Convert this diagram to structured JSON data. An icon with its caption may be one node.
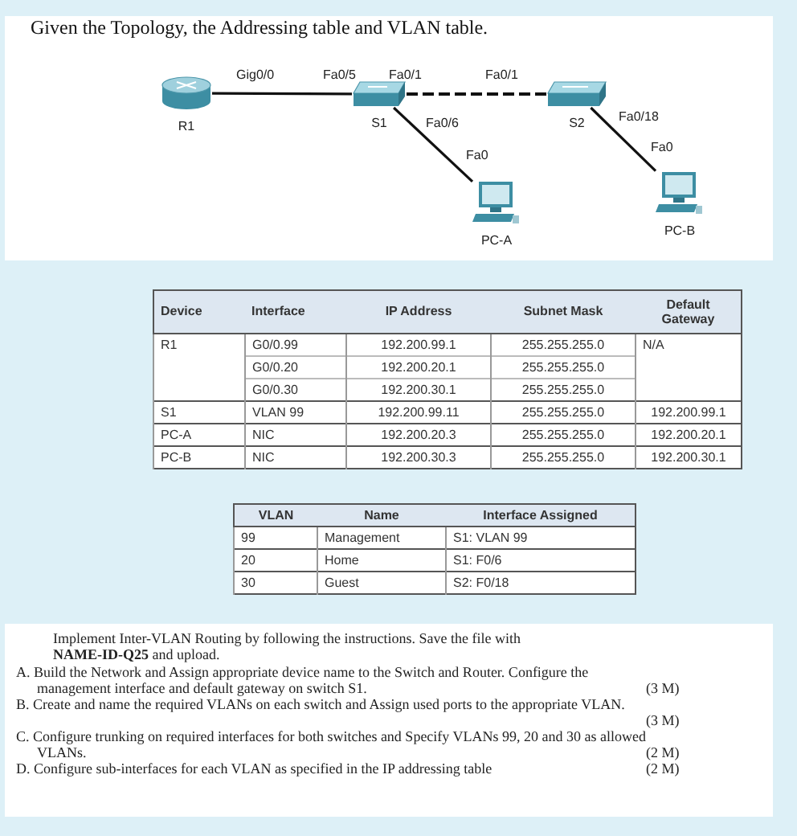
{
  "diagram": {
    "title": "Given the Topology, the Addressing table and VLAN table.",
    "nodes": [
      {
        "text": [
          "R1"
        ]
      },
      {
        "text": [
          "S1"
        ]
      },
      {
        "text": [
          "S2"
        ]
      },
      {
        "text": [
          "PC-A"
        ]
      },
      {
        "text": [
          "PC-B"
        ]
      }
    ],
    "edges": [
      {
        "from": 0,
        "to": 1,
        "arrow": "none"
      },
      {
        "from": 1,
        "to": 2,
        "arrow": "none",
        "style": "dashed"
      },
      {
        "from": 1,
        "to": 3,
        "arrow": "none"
      },
      {
        "from": 2,
        "to": 4,
        "arrow": "none"
      }
    ],
    "labels": [
      "Gig0/0",
      "Fa0/5",
      "Fa0/1",
      "Fa0/1",
      "Fa0/6",
      "Fa0",
      "Fa0/18",
      "Fa0",
      "Device",
      "Interface",
      "IP Address",
      "Subnet Mask",
      "Default Gateway",
      "R1",
      "G0/0.99",
      "192.200.99.1",
      "255.255.255.0",
      "N/A",
      "G0/0.20",
      "192.200.20.1",
      "255.255.255.0",
      "G0/0.30",
      "192.200.30.1",
      "255.255.255.0",
      "S1",
      "VLAN 99",
      "192.200.99.11",
      "255.255.255.0",
      "192.200.99.1",
      "PC-A",
      "NIC",
      "192.200.20.3",
      "255.255.255.0",
      "192.200.20.1",
      "PC-B",
      "NIC",
      "192.200.30.3",
      "255.255.255.0",
      "192.200.30.1",
      "VLAN",
      "Name",
      "Interface Assigned",
      "99",
      "Management",
      "S1: VLAN 99",
      "20",
      "Home",
      "S1: F0/6",
      "30",
      "Guest",
      "S2: F0/18",
      "Implement Inter-VLAN Routing by following the instructions. Save the file with **NAME-ID-Q25** and upload.",
      "A. Build the Network and Assign appropriate device name to the Switch and Router. Configure the management interface and default gateway on switch S1.",
      "(3 M)",
      "B. Create and name the required VLANs on each switch and Assign used ports to the appropriate VLAN.",
      "(3 M)",
      "C. Configure trunking on required interfaces for both switches and Specify VLANs 99, 20 and 30 as allowed VLANs.",
      "(2 M)",
      "D. Configure sub-interfaces for each VLAN as specified in the IP addressing table",
      "(2 M)"
    ]
  }
}
